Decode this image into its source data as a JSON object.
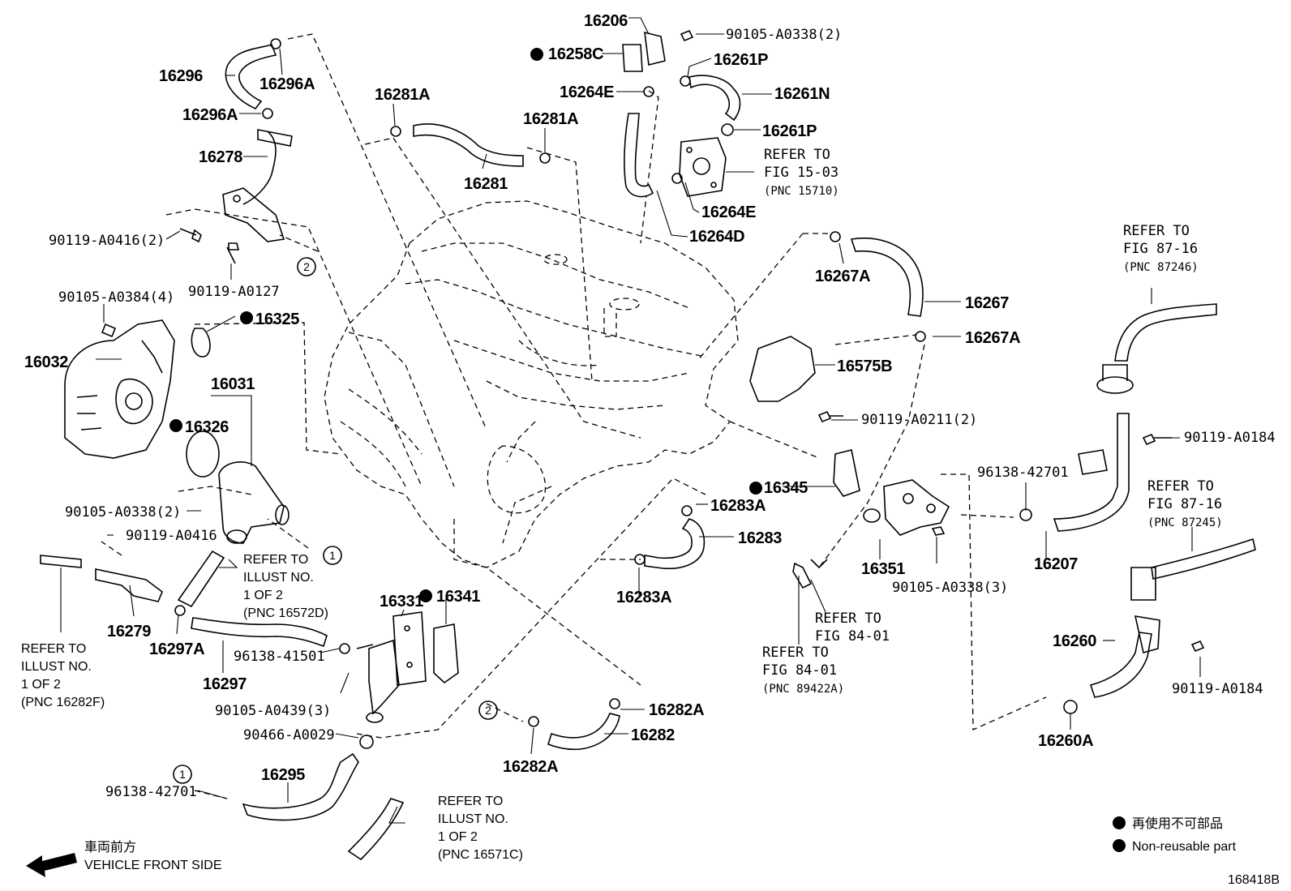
{
  "labels": {
    "p16206": "16206",
    "p90105_A0338_2_top": "90105-A0338(2)",
    "p16258C": "16258C",
    "p16261P_a": "16261P",
    "p16264E_a": "16264E",
    "p16261N": "16261N",
    "p16261P_b": "16261P",
    "p16264E_b": "16264E",
    "p16264D": "16264D",
    "p16296": "16296",
    "p16296A_a": "16296A",
    "p16296A_b": "16296A",
    "p16278": "16278",
    "p16281A_a": "16281A",
    "p16281A_b": "16281A",
    "p16281": "16281",
    "p90119_A0416_2": "90119-A0416(2)",
    "p90119_A0127": "90119-A0127",
    "p90105_A0384_4": "90105-A0384(4)",
    "p16325": "16325",
    "p16032": "16032",
    "p16031": "16031",
    "p16326": "16326",
    "p90105_A0338_2_left": "90105-A0338(2)",
    "p90119_A0416": "90119-A0416",
    "p16279": "16279",
    "p16297A": "16297A",
    "p16297": "16297",
    "p96138_41501": "96138-41501",
    "p90105_A0439_3": "90105-A0439(3)",
    "p90466_A0029": "90466-A0029",
    "p96138_42701_a": "96138-42701",
    "p16295": "16295",
    "p16331": "16331",
    "p16341": "16341",
    "p16283A_a": "16283A",
    "p16283": "16283",
    "p16283A_b": "16283A",
    "p16282A_a": "16282A",
    "p16282": "16282",
    "p16282A_b": "16282A",
    "p16267A_a": "16267A",
    "p16267": "16267",
    "p16267A_b": "16267A",
    "p16575B": "16575B",
    "p90119_A0211_2": "90119-A0211(2)",
    "p16345": "16345",
    "p16351": "16351",
    "p90105_A0338_3": "90105-A0338(3)",
    "p96138_42701_b": "96138-42701",
    "p16207": "16207",
    "p90119_A0184_a": "90119-A0184",
    "p16260": "16260",
    "p90119_A0184_b": "90119-A0184",
    "p16260A": "16260A"
  },
  "refer_notes": {
    "fig15_03": [
      "REFER TO",
      "FIG 15-03",
      "(PNC 15710)"
    ],
    "fig87_16_a": [
      "REFER TO",
      "FIG 87-16",
      "(PNC 87246)"
    ],
    "fig87_16_b": [
      "REFER TO",
      "FIG 87-16",
      "(PNC 87245)"
    ],
    "fig84_01_a": [
      "REFER TO",
      "FIG 84-01"
    ],
    "fig84_01_b": [
      "REFER TO",
      "FIG 84-01",
      "(PNC 89422A)"
    ],
    "illust_16572D": [
      "REFER TO",
      "ILLUST NO.",
      "1 OF 2",
      "(PNC 16572D)"
    ],
    "illust_16282F": [
      "REFER TO",
      "ILLUST NO.",
      "1 OF 2",
      "(PNC 16282F)"
    ],
    "illust_16571C": [
      "REFER TO",
      "ILLUST NO.",
      "1 OF 2",
      "(PNC 16571C)"
    ]
  },
  "circle_marks": {
    "c1": "1",
    "c2": "2"
  },
  "direction": {
    "jp": "車両前方",
    "en": "VEHICLE FRONT SIDE"
  },
  "legend": {
    "jp": "再使用不可部品",
    "en": "Non-reusable part"
  },
  "figure_id": "168418B"
}
